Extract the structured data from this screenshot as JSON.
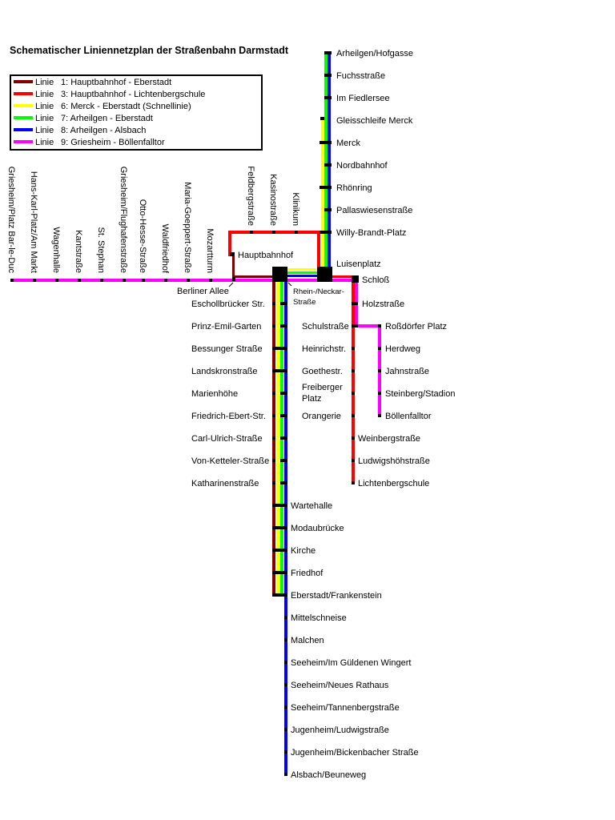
{
  "title": "Schematischer Liniennetzplan der Straßenbahn Darmstadt",
  "legend": [
    {
      "prefix": "Linie",
      "label": "1: Hauptbahnhof - Eberstadt",
      "color": "#800000"
    },
    {
      "prefix": "Linie",
      "label": "3: Hauptbahnhof - Lichtenbergschule",
      "color": "#ff0000"
    },
    {
      "prefix": "Linie",
      "label": "6: Merck - Eberstadt (Schnellinie)",
      "color": "#ffff00"
    },
    {
      "prefix": "Linie",
      "label": "7: Arheilgen - Eberstadt",
      "color": "#00ff00"
    },
    {
      "prefix": "Linie",
      "label": "8: Arheilgen - Alsbach",
      "color": "#0000ff"
    },
    {
      "prefix": "Linie",
      "label": "9: Griesheim - Böllenfalltor",
      "color": "#ff00ff"
    }
  ],
  "stations": {
    "north": [
      "Arheilgen/Hofgasse",
      "Fuchsstraße",
      "Im Fiedlersee",
      "Gleisschleife Merck",
      "Merck",
      "Nordbahnhof",
      "Rhönring",
      "Pallaswiesenstraße",
      "Willy-Brandt-Platz"
    ],
    "west": [
      "Griesheim/Platz Bar-le-Duc",
      "Hans-Karl-Platz/Am Markt",
      "Wagenhalle",
      "Kantstraße",
      "St. Stephan",
      "Griesheim/Flughafenstraße",
      "Otto-Hesse-Straße",
      "Waldfriedhof",
      "Maria-Goeppert-Straße",
      "Mozartturm"
    ],
    "red_top": [
      "Feldbergstraße",
      "Kasinostraße",
      "Klinikum"
    ],
    "hub": {
      "hauptbahnhof": "Hauptbahnhof",
      "berliner_allee": "Berliner Allee",
      "luisenplatz": "Luisenplatz",
      "schloss": "Schloß",
      "rhein_neckar_1": "Rhein-/Neckar-",
      "rhein_neckar_2": "Straße"
    },
    "south_left": [
      "Eschollbrücker Str.",
      "Prinz-Emil-Garten",
      "Bessunger Straße",
      "Landskronstraße",
      "Marienhöhe",
      "Friedrich-Ebert-Str.",
      "Carl-Ulrich-Straße",
      "Von-Ketteler-Straße",
      "Katharinenstraße"
    ],
    "south_right": [
      "Wartehalle",
      "Modaubrücke",
      "Kirche",
      "Friedhof",
      "Eberstadt/Frankenstein"
    ],
    "alsbach": [
      "Mittelschneise",
      "Malchen",
      "Seeheim/Im Güldenen Wingert",
      "Seeheim/Neues Rathaus",
      "Seeheim/Tannenbergstraße",
      "Jugenheim/Ludwigstraße",
      "Jugenheim/Bickenbacher Straße",
      "Alsbach/Beuneweg"
    ],
    "red_branch_left": [
      "Schulstraße",
      "Heinrichstr.",
      "Goethestr.",
      "Freiberger",
      "Platz",
      "Orangerie"
    ],
    "red_branch_right": [
      "Holzstraße",
      "Weinbergstraße",
      "Ludwigshöhstraße",
      "Lichtenbergschule"
    ],
    "magenta_branch": [
      "Roßdörfer Platz",
      "Herdweg",
      "Jahnstraße",
      "Steinberg/Stadion",
      "Böllenfalltor"
    ]
  }
}
